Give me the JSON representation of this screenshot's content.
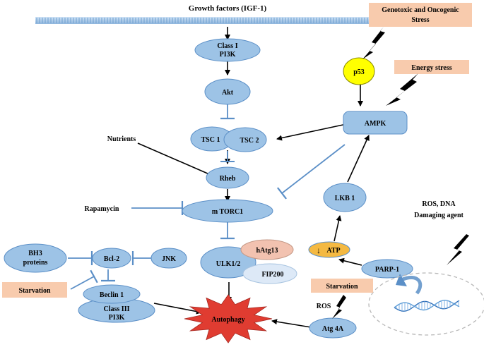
{
  "colors": {
    "node_fill": "#9dc3e6",
    "node_stroke": "#5b8fc7",
    "inhibit_line": "#5b8fc7",
    "arrow": "#000000",
    "p53_fill": "#ffff00",
    "atp_fill": "#f4b942",
    "box_fill": "#f8cbad",
    "autophagy_fill": "#e03c31",
    "hatg13_fill": "#f2c2b0",
    "fip200_fill": "#dde9f7"
  },
  "header": {
    "growth_factors": "Growth factors (IGF-1)"
  },
  "nodes": {
    "class1_pi3k_line1": "Class I",
    "class1_pi3k_line2": "PI3K",
    "akt": "Akt",
    "tsc1": "TSC 1",
    "tsc2": "TSC 2",
    "rheb": "Rheb",
    "mtorc1": "m TORC1",
    "ulk12": "ULK1/2",
    "hatg13": "hAtg13",
    "fip200": "FIP200",
    "bcl2": "Bcl-2",
    "bh3_line1": "BH3",
    "bh3_line2": "proteins",
    "jnk": "JNK",
    "beclin1": "Beclin 1",
    "class3_line1": "Class III",
    "class3_line2": "PI3K",
    "autophagy": "Autophagy",
    "atg4a": "Atg 4A",
    "ampk": "AMPK",
    "p53": "p53",
    "lkb1": "LKB 1",
    "atp": "ATP",
    "parp1": "PARP-1"
  },
  "labels": {
    "nutrients": "Nutrients",
    "rapamycin": "Rapamycin",
    "ros": "ROS",
    "ros_dna_line1": "ROS, DNA",
    "ros_dna_line2": "Damaging agent"
  },
  "boxes": {
    "genotoxic_line1": "Genotoxic and Oncogenic",
    "genotoxic_line2": "Stress",
    "energy_stress": "Energy stress",
    "starvation_left": "Starvation",
    "starvation_right": "Starvation"
  },
  "icons": {
    "lightning": "lightning-bolt-icon",
    "dna": "dna-helix-icon",
    "down_arrow": "down-arrow-icon"
  }
}
